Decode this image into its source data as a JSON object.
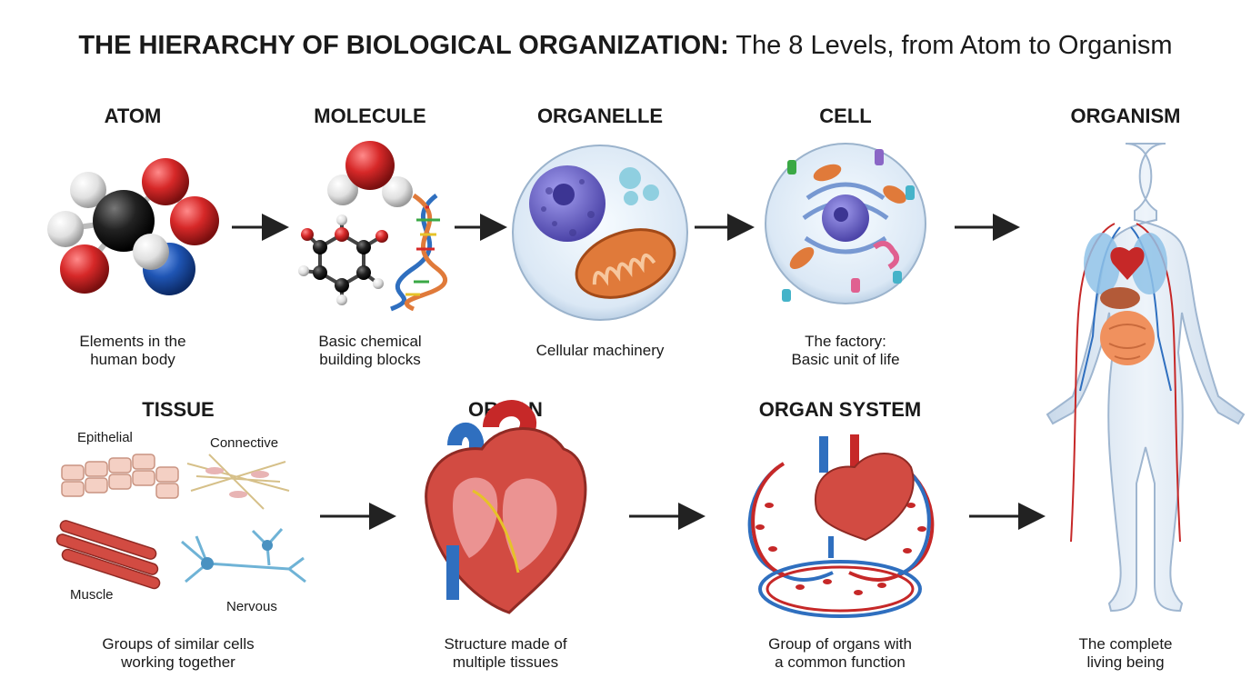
{
  "title": {
    "bold": "THE HIERARCHY OF BIOLOGICAL ORGANIZATION:",
    "rest": " The 8 Levels, from Atom to Organism"
  },
  "levels": {
    "atom": {
      "name": "ATOM",
      "caption_1": "Elements in the",
      "caption_2": "human body"
    },
    "molecule": {
      "name": "MOLECULE",
      "caption_1": "Basic chemical",
      "caption_2": "building blocks"
    },
    "organelle": {
      "name": "ORGANELLE",
      "caption_1": "Cellular machinery"
    },
    "cell": {
      "name": "CELL",
      "caption_1": "The factory:",
      "caption_2": "Basic unit of life"
    },
    "organism": {
      "name": "ORGANISM",
      "caption_1": "The complete",
      "caption_2": "living being"
    },
    "tissue": {
      "name": "TISSUE",
      "caption_1": "Groups of similar cells",
      "caption_2": "working together",
      "types": {
        "epithelial": "Epithelial",
        "connective": "Connective",
        "muscle": "Muscle",
        "nervous": "Nervous"
      }
    },
    "organ": {
      "name": "ORGAN",
      "caption_1": "Structure made of",
      "caption_2": "multiple tissues"
    },
    "organ_system": {
      "name": "ORGAN SYSTEM",
      "caption_1": "Group of organs with",
      "caption_2": "a common function"
    }
  },
  "colors": {
    "arrow": "#222222",
    "oxygen": "#d62828",
    "carbon": "#1a1a1a",
    "hydrogen": "#e8e8e8",
    "nitrogen": "#1f55b4",
    "nucleus": "#6b64c8",
    "mitochondrion": "#e07a3a",
    "artery": "#c62828",
    "vein": "#2f6fbf"
  }
}
